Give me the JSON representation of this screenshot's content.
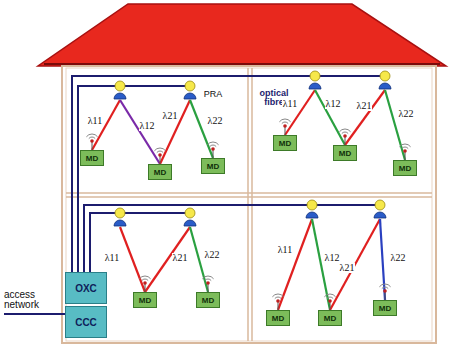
{
  "diagram": {
    "nodes": [
      {
        "text": [
          "MD"
        ]
      },
      {
        "text": [
          "MD"
        ]
      },
      {
        "text": [
          "MD"
        ]
      },
      {
        "text": [
          "MD"
        ]
      },
      {
        "text": [
          "MD"
        ]
      },
      {
        "text": [
          "MD"
        ]
      },
      {
        "text": [
          "MD"
        ]
      },
      {
        "text": [
          "MD"
        ]
      },
      {
        "text": [
          "MD"
        ]
      },
      {
        "text": [
          "MD"
        ]
      },
      {
        "text": [
          "MD"
        ]
      },
      {
        "text": [
          "OXC"
        ]
      },
      {
        "text": [
          "CCC"
        ]
      }
    ],
    "labels": [
      "PRA",
      "optical fibre",
      "λ11",
      "λ12",
      "λ21",
      "λ22",
      "λ11",
      "λ12",
      "λ21",
      "λ22",
      "λ11",
      "λ21",
      "λ22",
      "λ11",
      "λ12",
      "λ21",
      "λ22",
      "access network"
    ]
  }
}
